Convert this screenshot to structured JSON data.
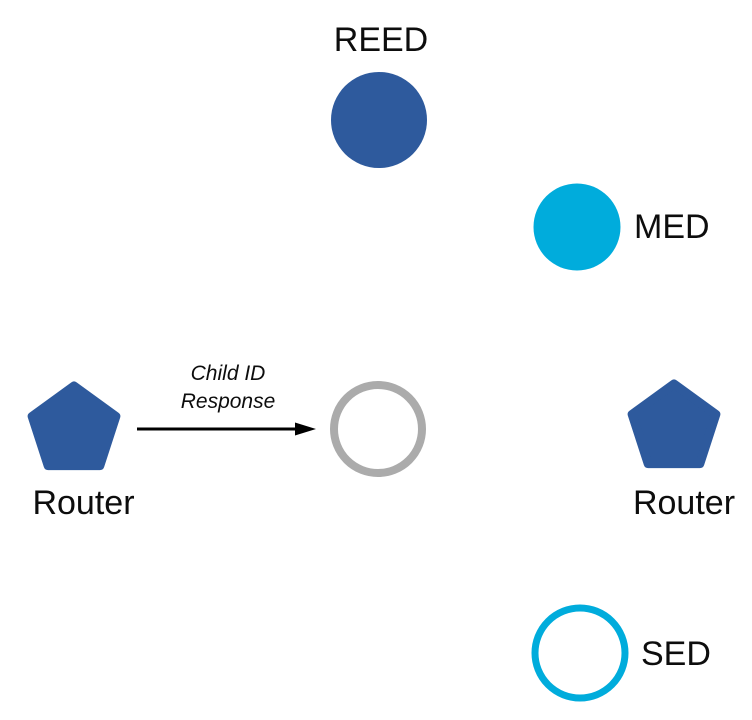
{
  "diagram": {
    "nodes": {
      "reed": {
        "label": "REED"
      },
      "med": {
        "label": "MED"
      },
      "router_left": {
        "label": "Router"
      },
      "router_right": {
        "label": "Router"
      },
      "sed": {
        "label": "SED"
      }
    },
    "arrow": {
      "label_line1": "Child ID",
      "label_line2": "Response"
    },
    "colors": {
      "router_blue": "#2E5A9D",
      "device_cyan": "#00ACDC",
      "inactive_gray": "#ABABAB",
      "arrow_black": "#000000",
      "white_fill": "#FFFFFF"
    }
  }
}
